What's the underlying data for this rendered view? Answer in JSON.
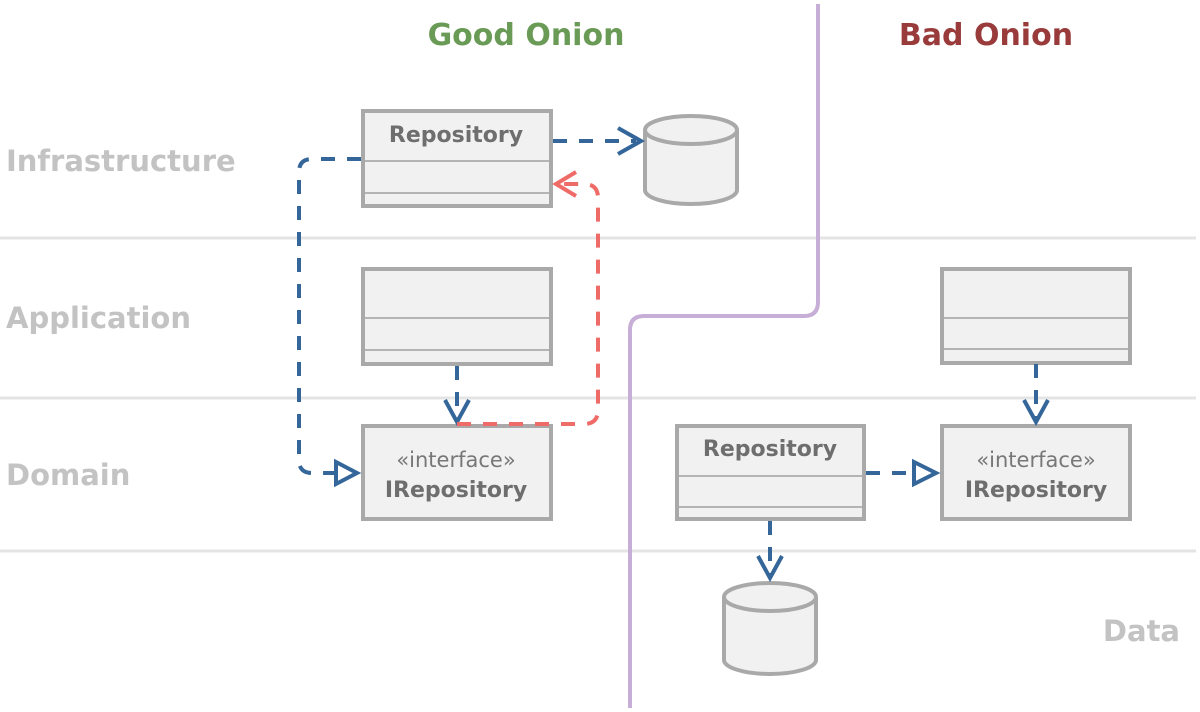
{
  "titles": {
    "good": "Good Onion",
    "bad": "Bad Onion"
  },
  "colors": {
    "good_title": "#6a9b56",
    "bad_title": "#9a3b3b",
    "dependency": "#34669a",
    "violation": "#ee6b68",
    "boundary": "#c6aed7",
    "layer_text": "#c3c3c3"
  },
  "layers": {
    "infrastructure": "Infrastructure",
    "application": "Application",
    "domain": "Domain",
    "data": "Data"
  },
  "good_onion": {
    "repository": {
      "name": "Repository"
    },
    "irepository": {
      "stereotype": "«interface»",
      "name": "IRepository"
    }
  },
  "bad_onion": {
    "repository": {
      "name": "Repository"
    },
    "irepository": {
      "stereotype": "«interface»",
      "name": "IRepository"
    }
  }
}
